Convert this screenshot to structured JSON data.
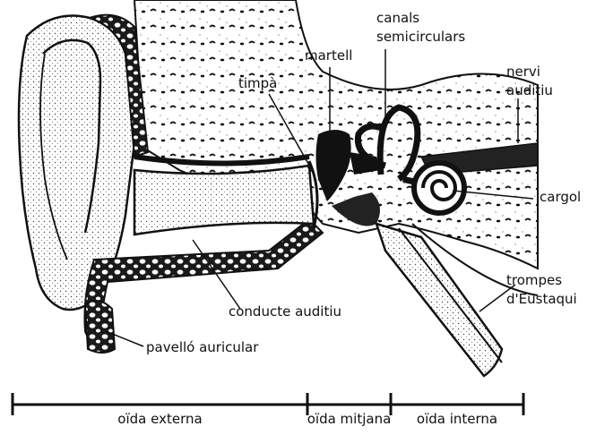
{
  "labels": {
    "canals": [
      "canals",
      "semicirculars"
    ],
    "martell": "martell",
    "timpa": "timpà",
    "nervi": [
      "nervi",
      "auditiu"
    ],
    "cargol": "cargol",
    "trompes": [
      "trompes",
      "d'Eustaqui"
    ],
    "conducte": "conducte auditiu",
    "pavello": "pavelló auricular"
  },
  "sections": {
    "externa": "oïda externa",
    "mitjana": "oïda mitjana",
    "interna": "oïda interna"
  }
}
